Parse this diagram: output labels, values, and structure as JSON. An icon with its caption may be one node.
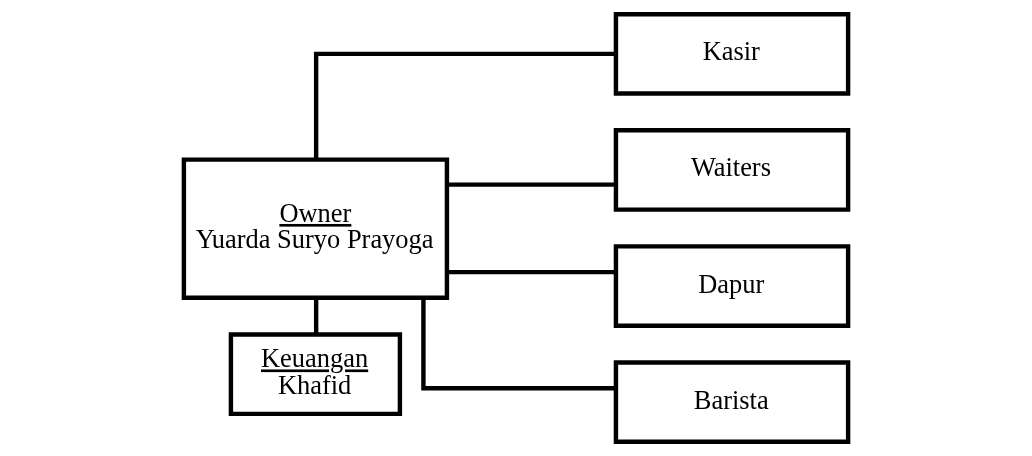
{
  "diagram": {
    "nodes": [
      {
        "text": [
          "Owner",
          "Yuarda Suryo Prayoga"
        ]
      },
      {
        "text": [
          "Keuangan",
          "Khafid"
        ]
      },
      {
        "text": [
          "Kasir"
        ]
      },
      {
        "text": [
          "Waiters"
        ]
      },
      {
        "text": [
          "Dapur"
        ]
      },
      {
        "text": [
          "Barista"
        ]
      }
    ],
    "edges": [
      {
        "from": 0,
        "to": 1,
        "arrow": "none"
      },
      {
        "from": 0,
        "to": 2,
        "arrow": "none"
      },
      {
        "from": 0,
        "to": 3,
        "arrow": "none"
      },
      {
        "from": 0,
        "to": 4,
        "arrow": "none"
      },
      {
        "from": 0,
        "to": 5,
        "arrow": "none"
      }
    ]
  }
}
